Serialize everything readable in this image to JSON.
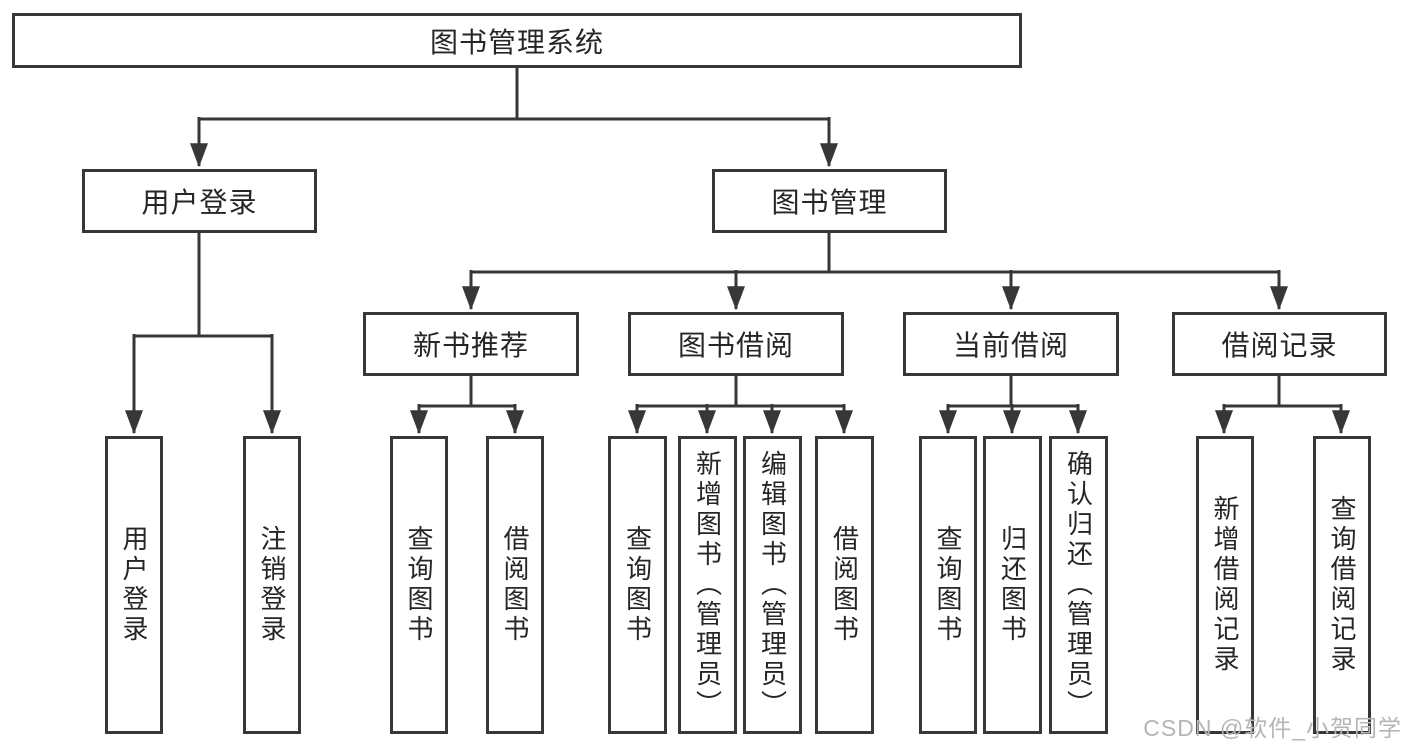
{
  "watermark": "CSDN @软件_小贺同学",
  "colors": {
    "line": "#373737",
    "box_border": "#373737",
    "text": "#262626",
    "watermark": "#b5b5b5",
    "background": "#ffffff"
  },
  "tree": {
    "root": "图书管理系统",
    "children": [
      {
        "label": "用户登录",
        "children": [
          "用户登录",
          "注销登录"
        ]
      },
      {
        "label": "图书管理",
        "children": [
          {
            "label": "新书推荐",
            "children": [
              "查询图书",
              "借阅图书"
            ]
          },
          {
            "label": "图书借阅",
            "children": [
              "查询图书",
              "新增图书（管理员）",
              "编辑图书（管理员）",
              "借阅图书"
            ]
          },
          {
            "label": "当前借阅",
            "children": [
              "查询图书",
              "归还图书",
              "确认归还（管理员）"
            ]
          },
          {
            "label": "借阅记录",
            "children": [
              "新增借阅记录",
              "查询借阅记录"
            ]
          }
        ]
      }
    ]
  }
}
